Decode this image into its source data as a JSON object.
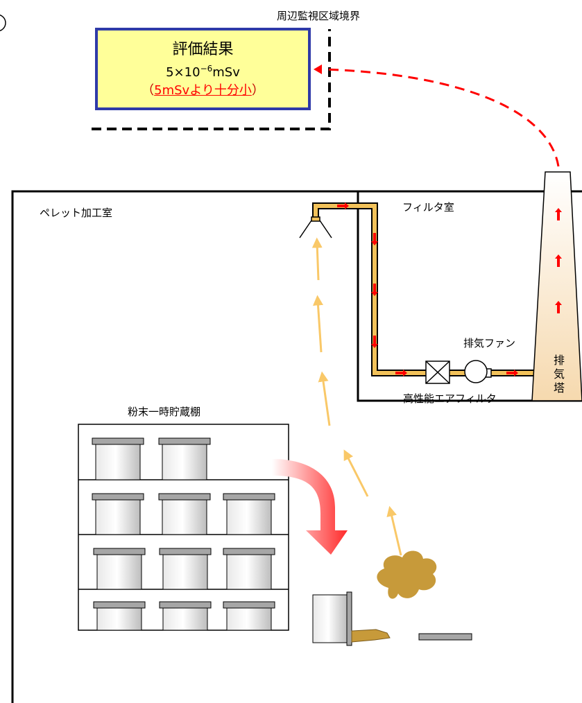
{
  "boundary_label": "周辺監視区域境界",
  "result": {
    "title": "評価結果",
    "dose_base": "5×10",
    "dose_exp": "−6",
    "dose_unit": "mSv",
    "paren_open": "（",
    "note": "5mSvより十分小",
    "paren_close": "）"
  },
  "rooms": {
    "pellet_room": "ペレット加工室",
    "filter_room": "フィルタ室"
  },
  "equipment": {
    "exhaust_fan": "排気ファン",
    "hepa_filter": "高性能エアフィルタ",
    "stack_chars": [
      "排",
      "気",
      "塔"
    ],
    "storage_shelf": "粉末一時貯蔵棚"
  },
  "colors": {
    "result_fill": "#ffff99",
    "result_border": "#2f3aa8",
    "airflow_arrow": "#f9c868",
    "exhaust_path": "#ff0000",
    "duct": "#f2c25a",
    "spilled_powder": "#c79a3a"
  }
}
